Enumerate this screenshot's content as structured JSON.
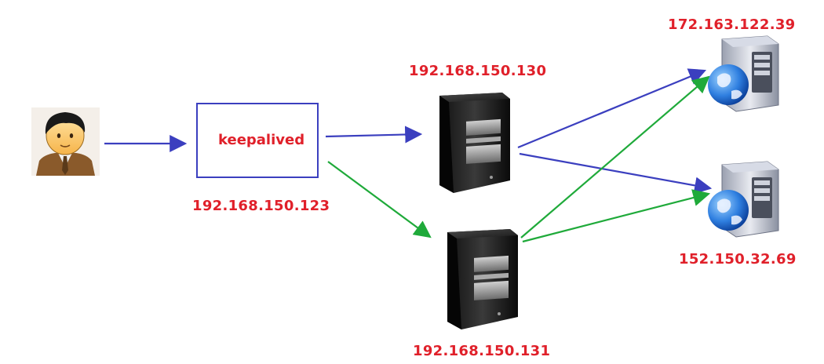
{
  "nodes": {
    "client": {
      "icon": "user-avatar-icon"
    },
    "load_balancer": {
      "label": "keepalived",
      "ip": "192.168.150.123"
    },
    "server_1": {
      "ip": "192.168.150.130",
      "icon": "server-tower-icon"
    },
    "server_2": {
      "ip": "192.168.150.131",
      "icon": "server-tower-icon"
    },
    "backend_1": {
      "ip": "172.163.122.39",
      "icon": "web-server-globe-icon"
    },
    "backend_2": {
      "ip": "152.150.32.69",
      "icon": "web-server-globe-icon"
    }
  },
  "colors": {
    "blue_arrow": "#3b3fbf",
    "green_arrow": "#1faa3a",
    "ip_text": "#e0202a"
  }
}
